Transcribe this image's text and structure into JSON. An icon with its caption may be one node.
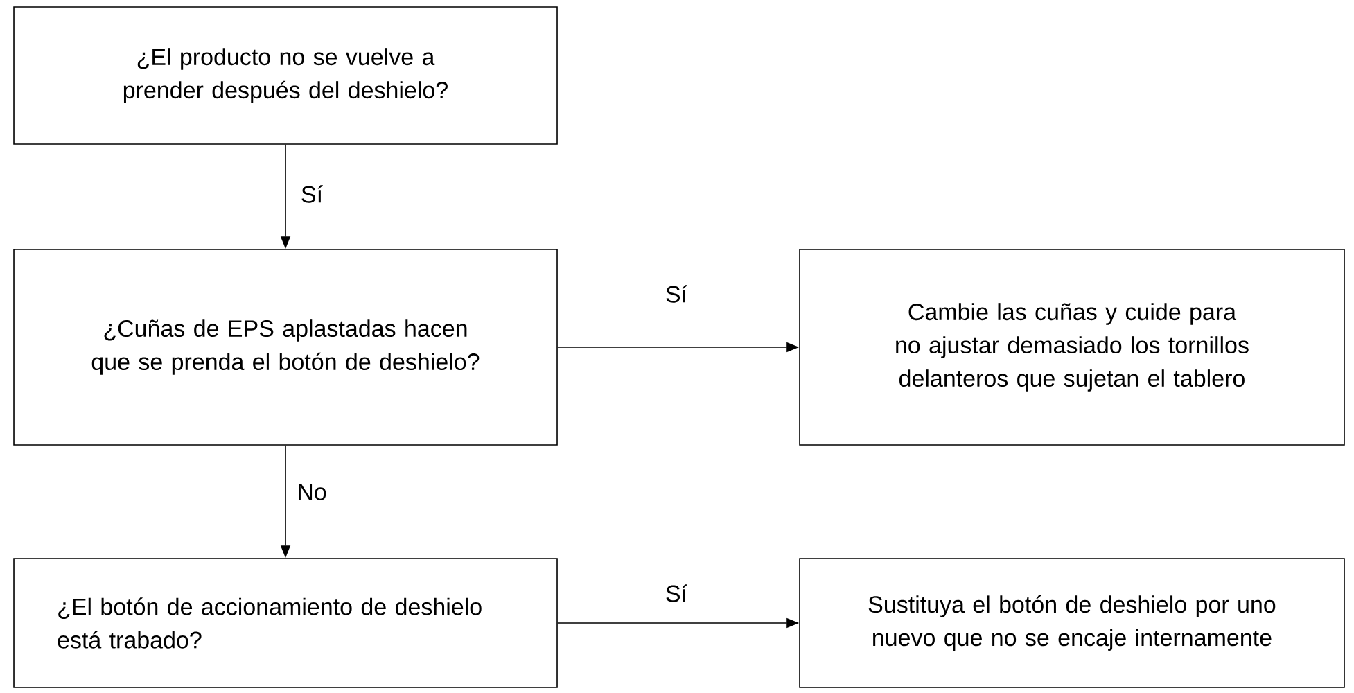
{
  "diagram": {
    "nodes": [
      {
        "text": [
          "¿El producto no se vuelve a prender después del deshielo?"
        ]
      },
      {
        "text": [
          "¿Cuñas de EPS aplastadas hacen que se prenda el botón de deshielo?"
        ]
      },
      {
        "text": [
          "Cambie las cuñas y cuide para no ajustar demasiado los tornillos delanteros que sujetan el tablero"
        ]
      },
      {
        "text": [
          "¿El botón de accionamiento de deshielo está trabado?"
        ]
      },
      {
        "text": [
          "Sustituya el botón de deshielo por uno nuevo que no se encaje internamente"
        ]
      }
    ],
    "edges": [
      {
        "from": 0,
        "to": 1,
        "arrow": "to",
        "label": "Sí"
      },
      {
        "from": 1,
        "to": 2,
        "arrow": "to",
        "label": "Sí"
      },
      {
        "from": 1,
        "to": 3,
        "arrow": "to",
        "label": "No"
      },
      {
        "from": 3,
        "to": 4,
        "arrow": "to",
        "label": "Sí"
      }
    ]
  }
}
